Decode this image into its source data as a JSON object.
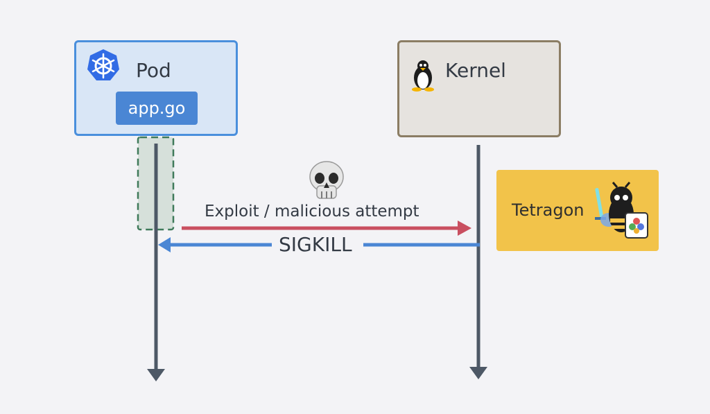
{
  "pod": {
    "title": "Pod",
    "badge": "app.go",
    "icon": "kubernetes-icon"
  },
  "kernel": {
    "title": "Kernel",
    "icon": "tux-penguin-icon"
  },
  "tetragon": {
    "title": "Tetragon",
    "icon": "tetragon-bee-icon"
  },
  "messages": {
    "exploit": "Exploit / malicious attempt",
    "sigkill": "SIGKILL"
  },
  "colors": {
    "pod_border": "#4a8fdc",
    "pod_fill": "#d9e6f6",
    "kernel_border": "#8b7d64",
    "kernel_fill": "#e6e3df",
    "tetragon_fill": "#f2c34a",
    "exploit_arrow": "#c94f60",
    "sigkill_arrow": "#4a86d4",
    "lifeline": "#4d5866"
  }
}
